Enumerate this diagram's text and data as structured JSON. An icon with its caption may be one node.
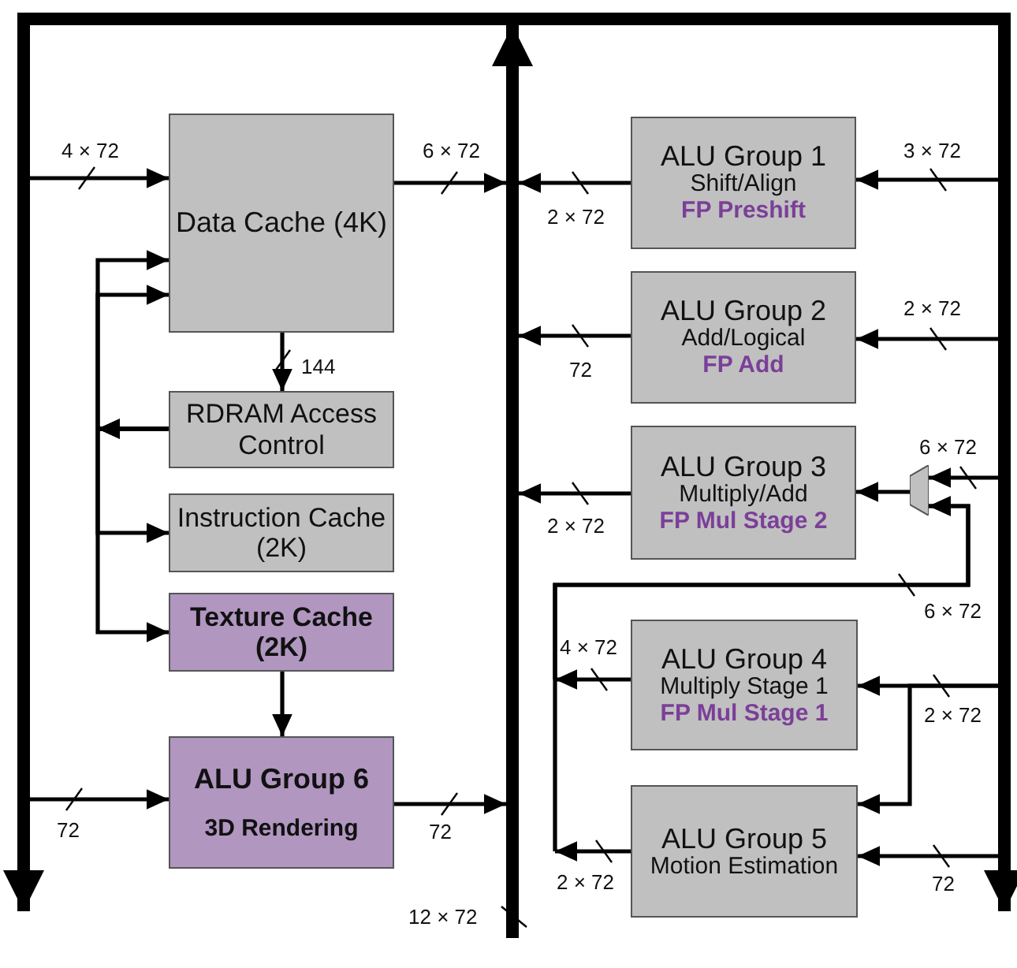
{
  "diagram": {
    "nodes": [
      {
        "text": [],
        "shape": "bar"
      },
      {
        "text": [
          "Data Cache (4K)"
        ]
      },
      {
        "text": [
          "RDRAM Access Control"
        ]
      },
      {
        "text": [
          "Instruction Cache (2K)"
        ]
      },
      {
        "text": [
          "Texture Cache (2K)"
        ]
      },
      {
        "text": [
          "ALU Group 6",
          "3D Rendering"
        ]
      },
      {
        "text": [
          "ALU Group 1",
          "Shift/Align",
          "FP Preshift"
        ]
      },
      {
        "text": [
          "ALU Group 2",
          "Add/Logical",
          "FP Add"
        ]
      },
      {
        "text": [
          "ALU Group 3",
          "Multiply/Add",
          "FP Mul Stage 2"
        ]
      },
      {
        "text": [],
        "shape": "trapezoid"
      },
      {
        "text": [
          "ALU Group 4",
          "Multiply Stage 1",
          "FP Mul Stage 1"
        ]
      },
      {
        "text": [
          "ALU Group 5",
          "Motion Estimation"
        ]
      },
      {
        "text": [],
        "shape": "bar"
      },
      {
        "text": [],
        "shape": "bar",
        "beside": [
          "12 × 72"
        ]
      },
      {
        "text": [],
        "shape": "bar"
      }
    ],
    "edges": [
      {
        "from": 12,
        "to": 1,
        "arrow": "to",
        "label": "4 × 72"
      },
      {
        "from": 1,
        "to": 13,
        "arrow": "to",
        "label": "6 × 72"
      },
      {
        "from": 1,
        "to": 2,
        "arrow": "to",
        "label": "144"
      },
      {
        "from": 2,
        "to": 1,
        "arrow": "to"
      },
      {
        "from": 2,
        "to": 1,
        "arrow": "to"
      },
      {
        "from": 2,
        "to": 3,
        "arrow": "to"
      },
      {
        "from": 2,
        "to": 4,
        "arrow": "to"
      },
      {
        "from": 4,
        "to": 5,
        "arrow": "to"
      },
      {
        "from": 12,
        "to": 5,
        "arrow": "to",
        "label": "72"
      },
      {
        "from": 5,
        "to": 13,
        "arrow": "to",
        "label": "72"
      },
      {
        "from": 14,
        "to": 6,
        "arrow": "to",
        "label": "3 × 72"
      },
      {
        "from": 6,
        "to": 13,
        "arrow": "to",
        "label": "2 × 72"
      },
      {
        "from": 14,
        "to": 7,
        "arrow": "to",
        "label": "2 × 72"
      },
      {
        "from": 7,
        "to": 13,
        "arrow": "to",
        "label": "72"
      },
      {
        "from": 14,
        "to": 9,
        "arrow": "to",
        "label": "6 × 72"
      },
      {
        "from": 9,
        "to": 8,
        "arrow": "to"
      },
      {
        "from": 8,
        "to": 13,
        "arrow": "to",
        "label": "2 × 72"
      },
      {
        "from": 10,
        "to": 9,
        "arrow": "to",
        "label": "4 × 72"
      },
      {
        "from": 11,
        "to": 9,
        "arrow": "to",
        "label": "2 × 72"
      },
      {
        "from": 14,
        "to": 10,
        "arrow": "to",
        "label": "2 × 72"
      },
      {
        "from": 14,
        "to": 11,
        "arrow": "to"
      },
      {
        "from": 14,
        "to": 11,
        "arrow": "to",
        "label": "72"
      },
      {
        "from": 13,
        "to": 0,
        "arrow": "to",
        "style": "thick"
      }
    ],
    "labels": [
      "6 × 72"
    ]
  }
}
